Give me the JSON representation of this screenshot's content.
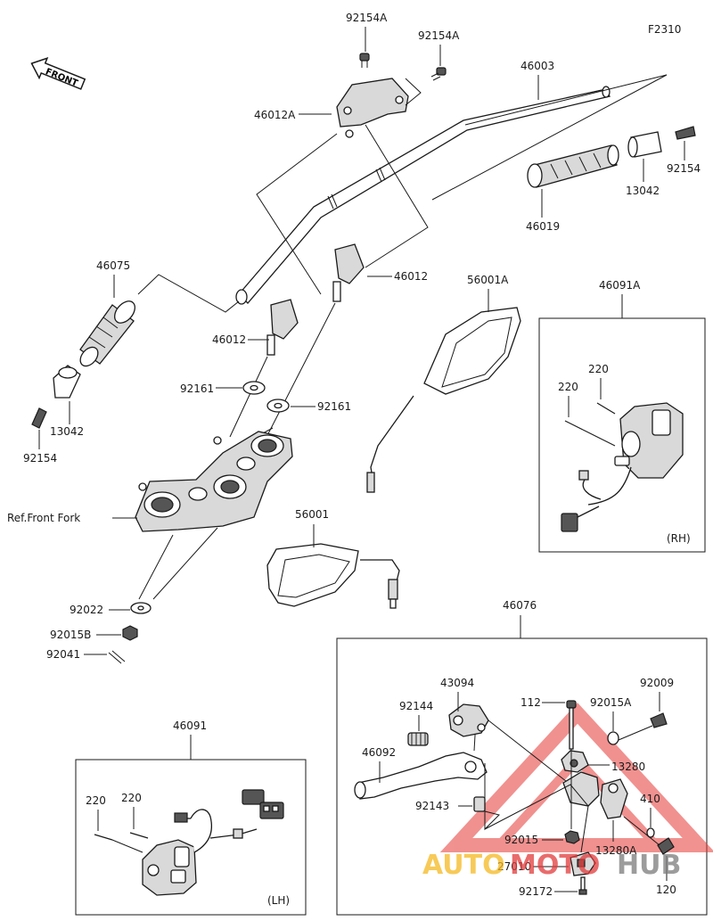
{
  "figure_code": "F2310",
  "front_arrow": "FRONT",
  "ref_text": "Ref.Front Fork",
  "rh_label": "(RH)",
  "lh_label": "(LH)",
  "watermark": {
    "auto": "AUTO",
    "moto": "MOTO",
    "hub": "HUB",
    "color_auto": "#f5b921",
    "color_moto": "#e23b3b",
    "color_hub": "#7b7b7b",
    "triangle_color": "#e53935"
  },
  "labels": {
    "p92154A_a": "92154A",
    "p92154A_b": "92154A",
    "p46003": "46003",
    "p46012A": "46012A",
    "p92154_r": "92154",
    "p13042_r": "13042",
    "p46019": "46019",
    "p46075": "46075",
    "p46012_r": "46012",
    "p46012_l": "46012",
    "p56001A": "56001A",
    "p46091A": "46091A",
    "p220_a": "220",
    "p220_b": "220",
    "p92161_l": "92161",
    "p92161_r": "92161",
    "p13042_l": "13042",
    "p92154_l": "92154",
    "p56001": "56001",
    "p92022": "92022",
    "p92015B": "92015B",
    "p92041": "92041",
    "p46076": "46076",
    "p43094": "43094",
    "p112": "112",
    "p92015A": "92015A",
    "p92009": "92009",
    "p92144": "92144",
    "p46092": "46092",
    "p13280": "13280",
    "p92143": "92143",
    "p410": "410",
    "p92015": "92015",
    "p13280A": "13280A",
    "p27010": "27010",
    "p120": "120",
    "p92172": "92172",
    "p46091": "46091",
    "p220_c": "220",
    "p220_d": "220"
  }
}
